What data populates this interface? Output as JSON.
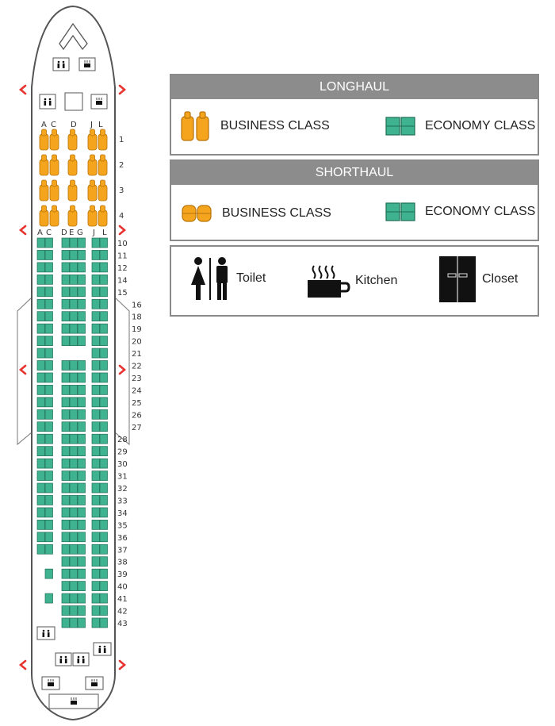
{
  "colors": {
    "business": "#f4a51d",
    "business_stroke": "#b8730a",
    "economy": "#3fb28f",
    "economy_stroke": "#1c6e55",
    "arrow": "#e8332f",
    "fuselage_stroke": "#555555",
    "legend_header": "#8c8c8c"
  },
  "legend": {
    "longhaul": {
      "title": "LONGHAUL",
      "business_label": "BUSINESS CLASS",
      "economy_label": "ECONOMY CLASS"
    },
    "shorthaul": {
      "title": "SHORTHAUL",
      "business_label": "BUSINESS CLASS",
      "economy_label": "ECONOMY CLASS"
    },
    "facilities": {
      "toilet_label": "Toilet",
      "kitchen_label": "Kitchen",
      "closet_label": "Closet",
      "toilet_icon": "toilet-icon",
      "kitchen_icon": "kitchen-icon",
      "closet_icon": "closet-icon"
    }
  },
  "seatmap": {
    "business_letters": [
      "A",
      "C",
      "D",
      "J",
      "L"
    ],
    "economy_letters": [
      "A",
      "C",
      "D",
      "E",
      "G",
      "J",
      "L"
    ],
    "business_rows": [
      "1",
      "2",
      "3",
      "4"
    ],
    "economy_rows": [
      "10",
      "11",
      "12",
      "14",
      "15",
      "16",
      "18",
      "19",
      "20",
      "21",
      "22",
      "23",
      "24",
      "25",
      "26",
      "27",
      "28",
      "29",
      "30",
      "31",
      "32",
      "33",
      "34",
      "35",
      "36",
      "37",
      "38",
      "39",
      "40",
      "41",
      "42",
      "43"
    ],
    "rows_with_side_seats_A_C": [
      "10",
      "11",
      "12",
      "14",
      "15",
      "16",
      "18",
      "19",
      "20",
      "21",
      "22",
      "23",
      "24",
      "25",
      "26",
      "27",
      "28",
      "29",
      "30",
      "31",
      "32",
      "33",
      "34",
      "35",
      "36",
      "37"
    ],
    "rows_with_single_left_seat": [
      "39",
      "41"
    ],
    "rows_without_left_seats": [
      "38",
      "40",
      "42",
      "43"
    ],
    "rows_without_center_seats": [
      "21"
    ]
  }
}
